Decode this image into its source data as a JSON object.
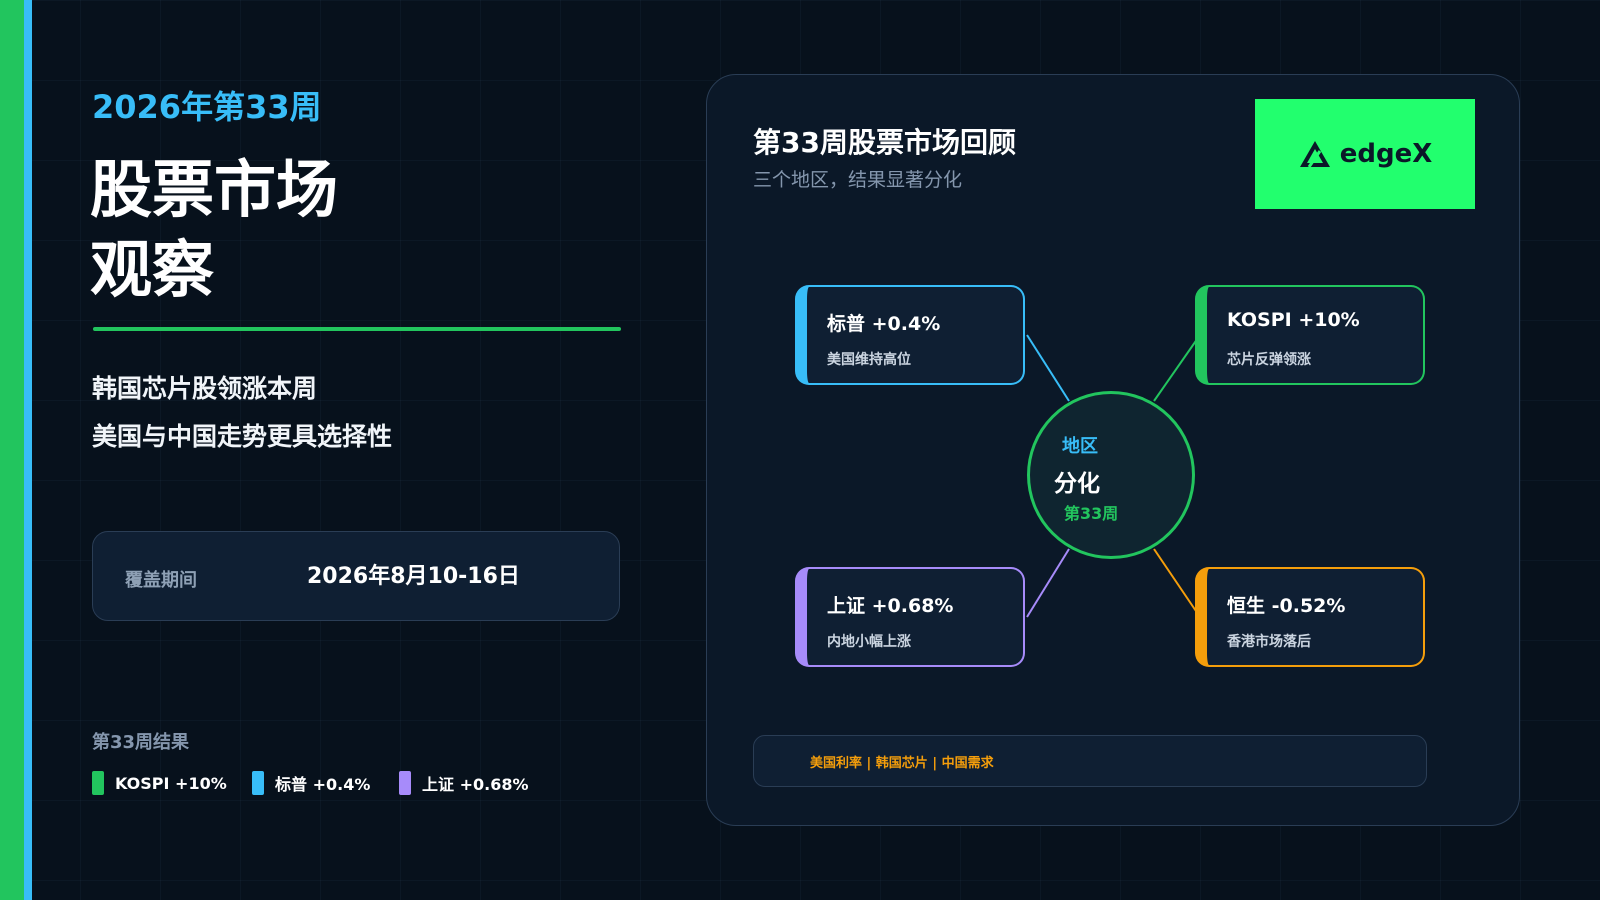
{
  "colors": {
    "green": "#22c55e",
    "blue": "#38bdf8",
    "purple": "#a78bfa",
    "orange": "#f59e0b",
    "brand_green": "#22ff6e",
    "background": "#07111c"
  },
  "left": {
    "week_label": "2026年第33周",
    "title_line1": "股票市场",
    "title_line2": "观察",
    "highlight_1": "韩国芯片股领涨本周",
    "highlight_2": "美国与中国走势更具选择性",
    "period": {
      "label": "覆盖期间",
      "value": "2026年8月10-16日"
    },
    "results": {
      "title": "第33周结果",
      "items": [
        {
          "label": "KOSPI +10%",
          "color": "#22c55e"
        },
        {
          "label": "标普 +0.4%",
          "color": "#38bdf8"
        },
        {
          "label": "上证 +0.68%",
          "color": "#a78bfa"
        }
      ]
    }
  },
  "card": {
    "title": "第33周股票市场回顾",
    "subtitle": "三个地区，结果显著分化",
    "brand": {
      "name": "edgeX",
      "icon": "edgex-logo-icon"
    },
    "hub": {
      "top": "地区",
      "main": "分化",
      "bottom": "第33周"
    },
    "nodes": [
      {
        "title": "标普 +0.4%",
        "subtitle": "美国维持高位",
        "color": "#38bdf8"
      },
      {
        "title": "KOSPI +10%",
        "subtitle": "芯片反弹领涨",
        "color": "#22c55e"
      },
      {
        "title": "上证 +0.68%",
        "subtitle": "内地小幅上涨",
        "color": "#a78bfa"
      },
      {
        "title": "恒生 -0.52%",
        "subtitle": "香港市场落后",
        "color": "#f59e0b"
      }
    ],
    "footer": "美国利率 | 韩国芯片 | 中国需求"
  }
}
